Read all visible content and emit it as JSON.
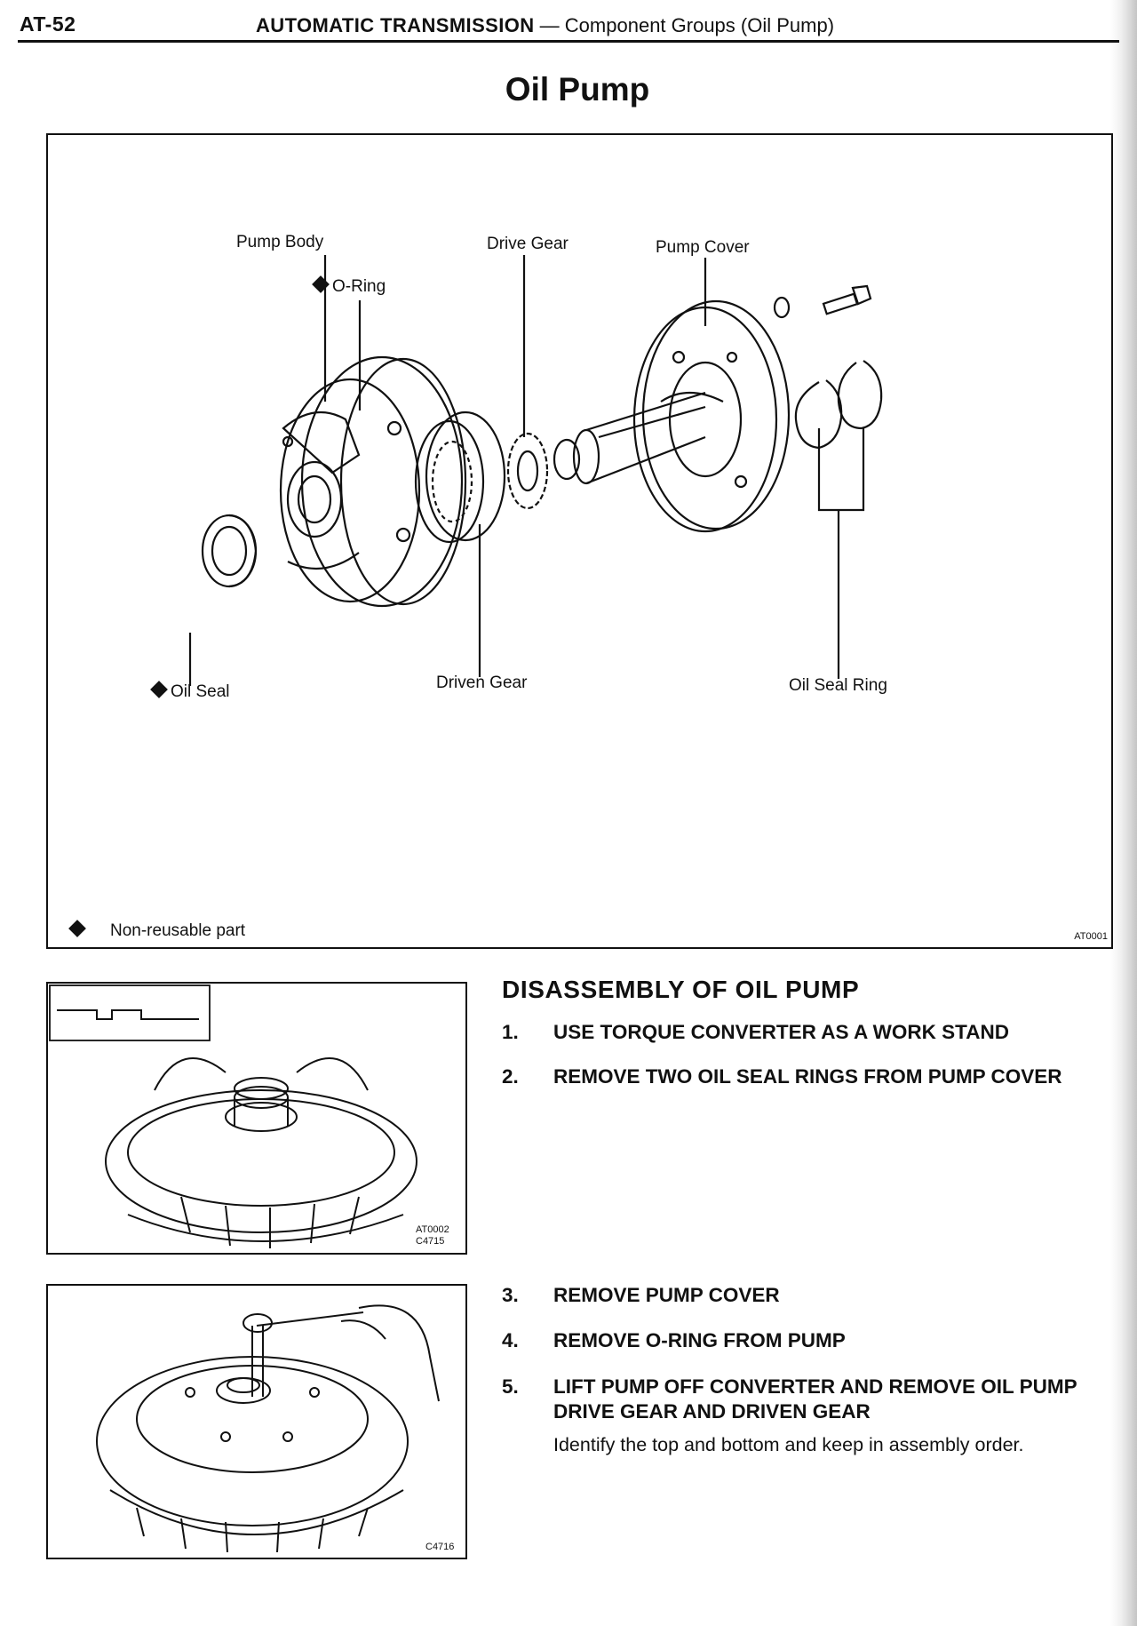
{
  "header": {
    "page_id": "AT-52",
    "section": "AUTOMATIC TRANSMISSION",
    "separator": "—",
    "subsection": "Component Groups (Oil Pump)"
  },
  "page_title": "Oil Pump",
  "figure": {
    "callouts": {
      "pump_body": "Pump Body",
      "o_ring": "O-Ring",
      "drive_gear": "Drive Gear",
      "pump_cover": "Pump Cover",
      "oil_seal": "Oil Seal",
      "driven_gear": "Driven Gear",
      "oil_seal_ring": "Oil Seal Ring"
    },
    "legend": "Non-reusable part",
    "code": "AT0001"
  },
  "photos": [
    {
      "codes": [
        "AT0002",
        "C4715"
      ]
    },
    {
      "codes": [
        "C4716"
      ]
    }
  ],
  "section_heading": "DISASSEMBLY OF OIL PUMP",
  "steps_group1": [
    {
      "num": "1.",
      "text": "USE TORQUE CONVERTER AS A WORK STAND"
    },
    {
      "num": "2.",
      "text": "REMOVE TWO OIL SEAL RINGS FROM PUMP COVER"
    }
  ],
  "steps_group2": [
    {
      "num": "3.",
      "text": "REMOVE PUMP COVER"
    },
    {
      "num": "4.",
      "text": "REMOVE O-RING FROM PUMP"
    },
    {
      "num": "5.",
      "text_line1": "LIFT PUMP OFF CONVERTER AND REMOVE OIL PUMP",
      "text_line2": "DRIVE GEAR AND DRIVEN GEAR"
    }
  ],
  "step5_note": "Identify the top and bottom and keep in assembly order."
}
